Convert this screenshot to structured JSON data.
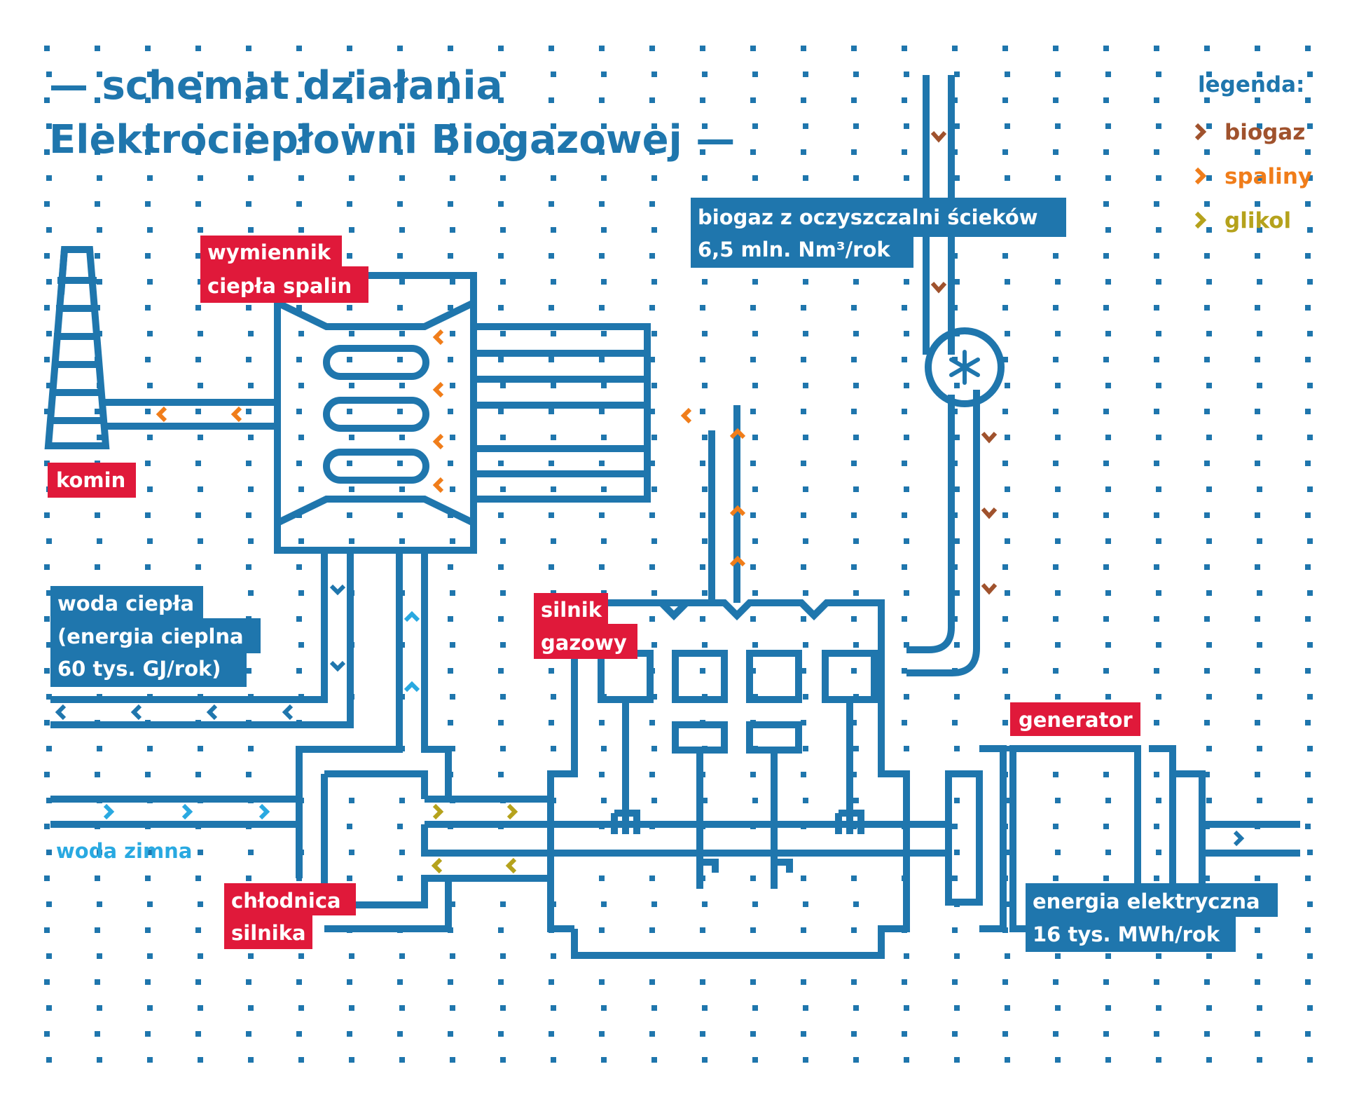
{
  "title": {
    "line1": "— schemat działania",
    "line2": "Elektrociepłowni Biogazowej —"
  },
  "legend": {
    "heading": "legenda:",
    "items": [
      {
        "label": "biogaz",
        "color": "#a0522d"
      },
      {
        "label": "spaliny",
        "color": "#f07d1a"
      },
      {
        "label": "glikol",
        "color": "#b5a21c"
      }
    ]
  },
  "labels": {
    "wymiennik": [
      "wymiennik",
      "ciepła spalin"
    ],
    "komin": "komin",
    "biogaz": [
      "biogaz z oczyszczalni ścieków",
      "6,5 mln. Nm³/rok"
    ],
    "woda_ciepla": [
      "woda ciepła",
      "(energia cieplna",
      "60 tys. GJ/rok)"
    ],
    "woda_zimna": "woda zimna",
    "silnik": [
      "silnik",
      "gazowy"
    ],
    "chlodnica": [
      "chłodnica",
      "silnika"
    ],
    "generator": "generator",
    "energia": [
      "energia elektryczna",
      "16 tys. MWh/rok"
    ]
  },
  "colors": {
    "pipe": "#1f76ad",
    "component_label": "#e0193a",
    "info_label": "#1f76ad",
    "water_cold": "#29a9e1",
    "water_warm": "#1f76ad",
    "biogas": "#a0522d",
    "exhaust": "#f07d1a",
    "glycol": "#b5a21c",
    "dots": "#1f76ad"
  }
}
